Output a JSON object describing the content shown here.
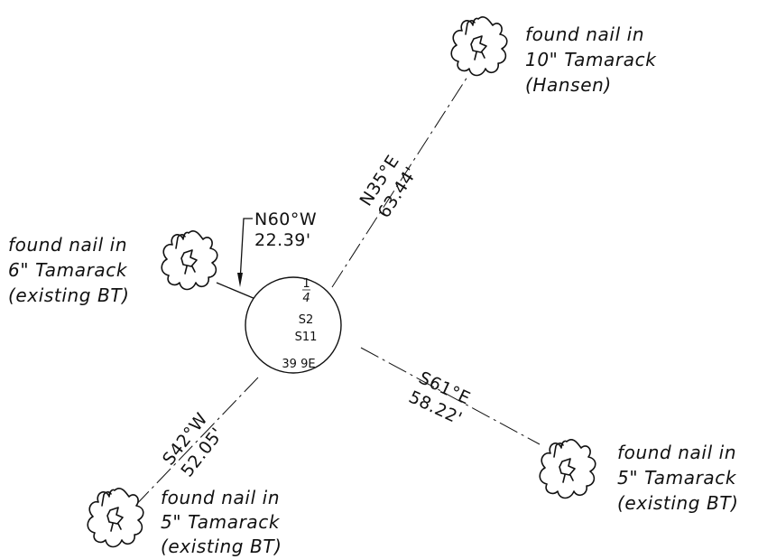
{
  "monument": {
    "fraction_numerator": "1",
    "fraction_denominator": "4",
    "section_a": "S2",
    "section_b": "S11",
    "township_range": "39 9E"
  },
  "bearing_trees": [
    {
      "id": "ne",
      "bearing": "N35°E",
      "distance": "63.44'",
      "note": [
        "found nail in",
        "10\" Tamarack",
        "(Hansen)"
      ]
    },
    {
      "id": "nw",
      "bearing": "N60°W",
      "distance": "22.39'",
      "note": [
        "found nail in",
        "6\" Tamarack",
        "(existing BT)"
      ]
    },
    {
      "id": "se",
      "bearing": "S61°E",
      "distance": "58.22'",
      "note": [
        "found nail in",
        "5\" Tamarack",
        "(existing BT)"
      ]
    },
    {
      "id": "sw",
      "bearing": "S42°W",
      "distance": "52.05'",
      "note": [
        "found nail in",
        "5\" Tamarack",
        "(existing BT)"
      ]
    }
  ],
  "icons": {
    "tree": "tree-symbol-icon",
    "monument": "corner-monument-icon",
    "arrow": "leader-arrow-icon"
  },
  "colors": {
    "ink": "#111111",
    "paper": "#ffffff"
  }
}
